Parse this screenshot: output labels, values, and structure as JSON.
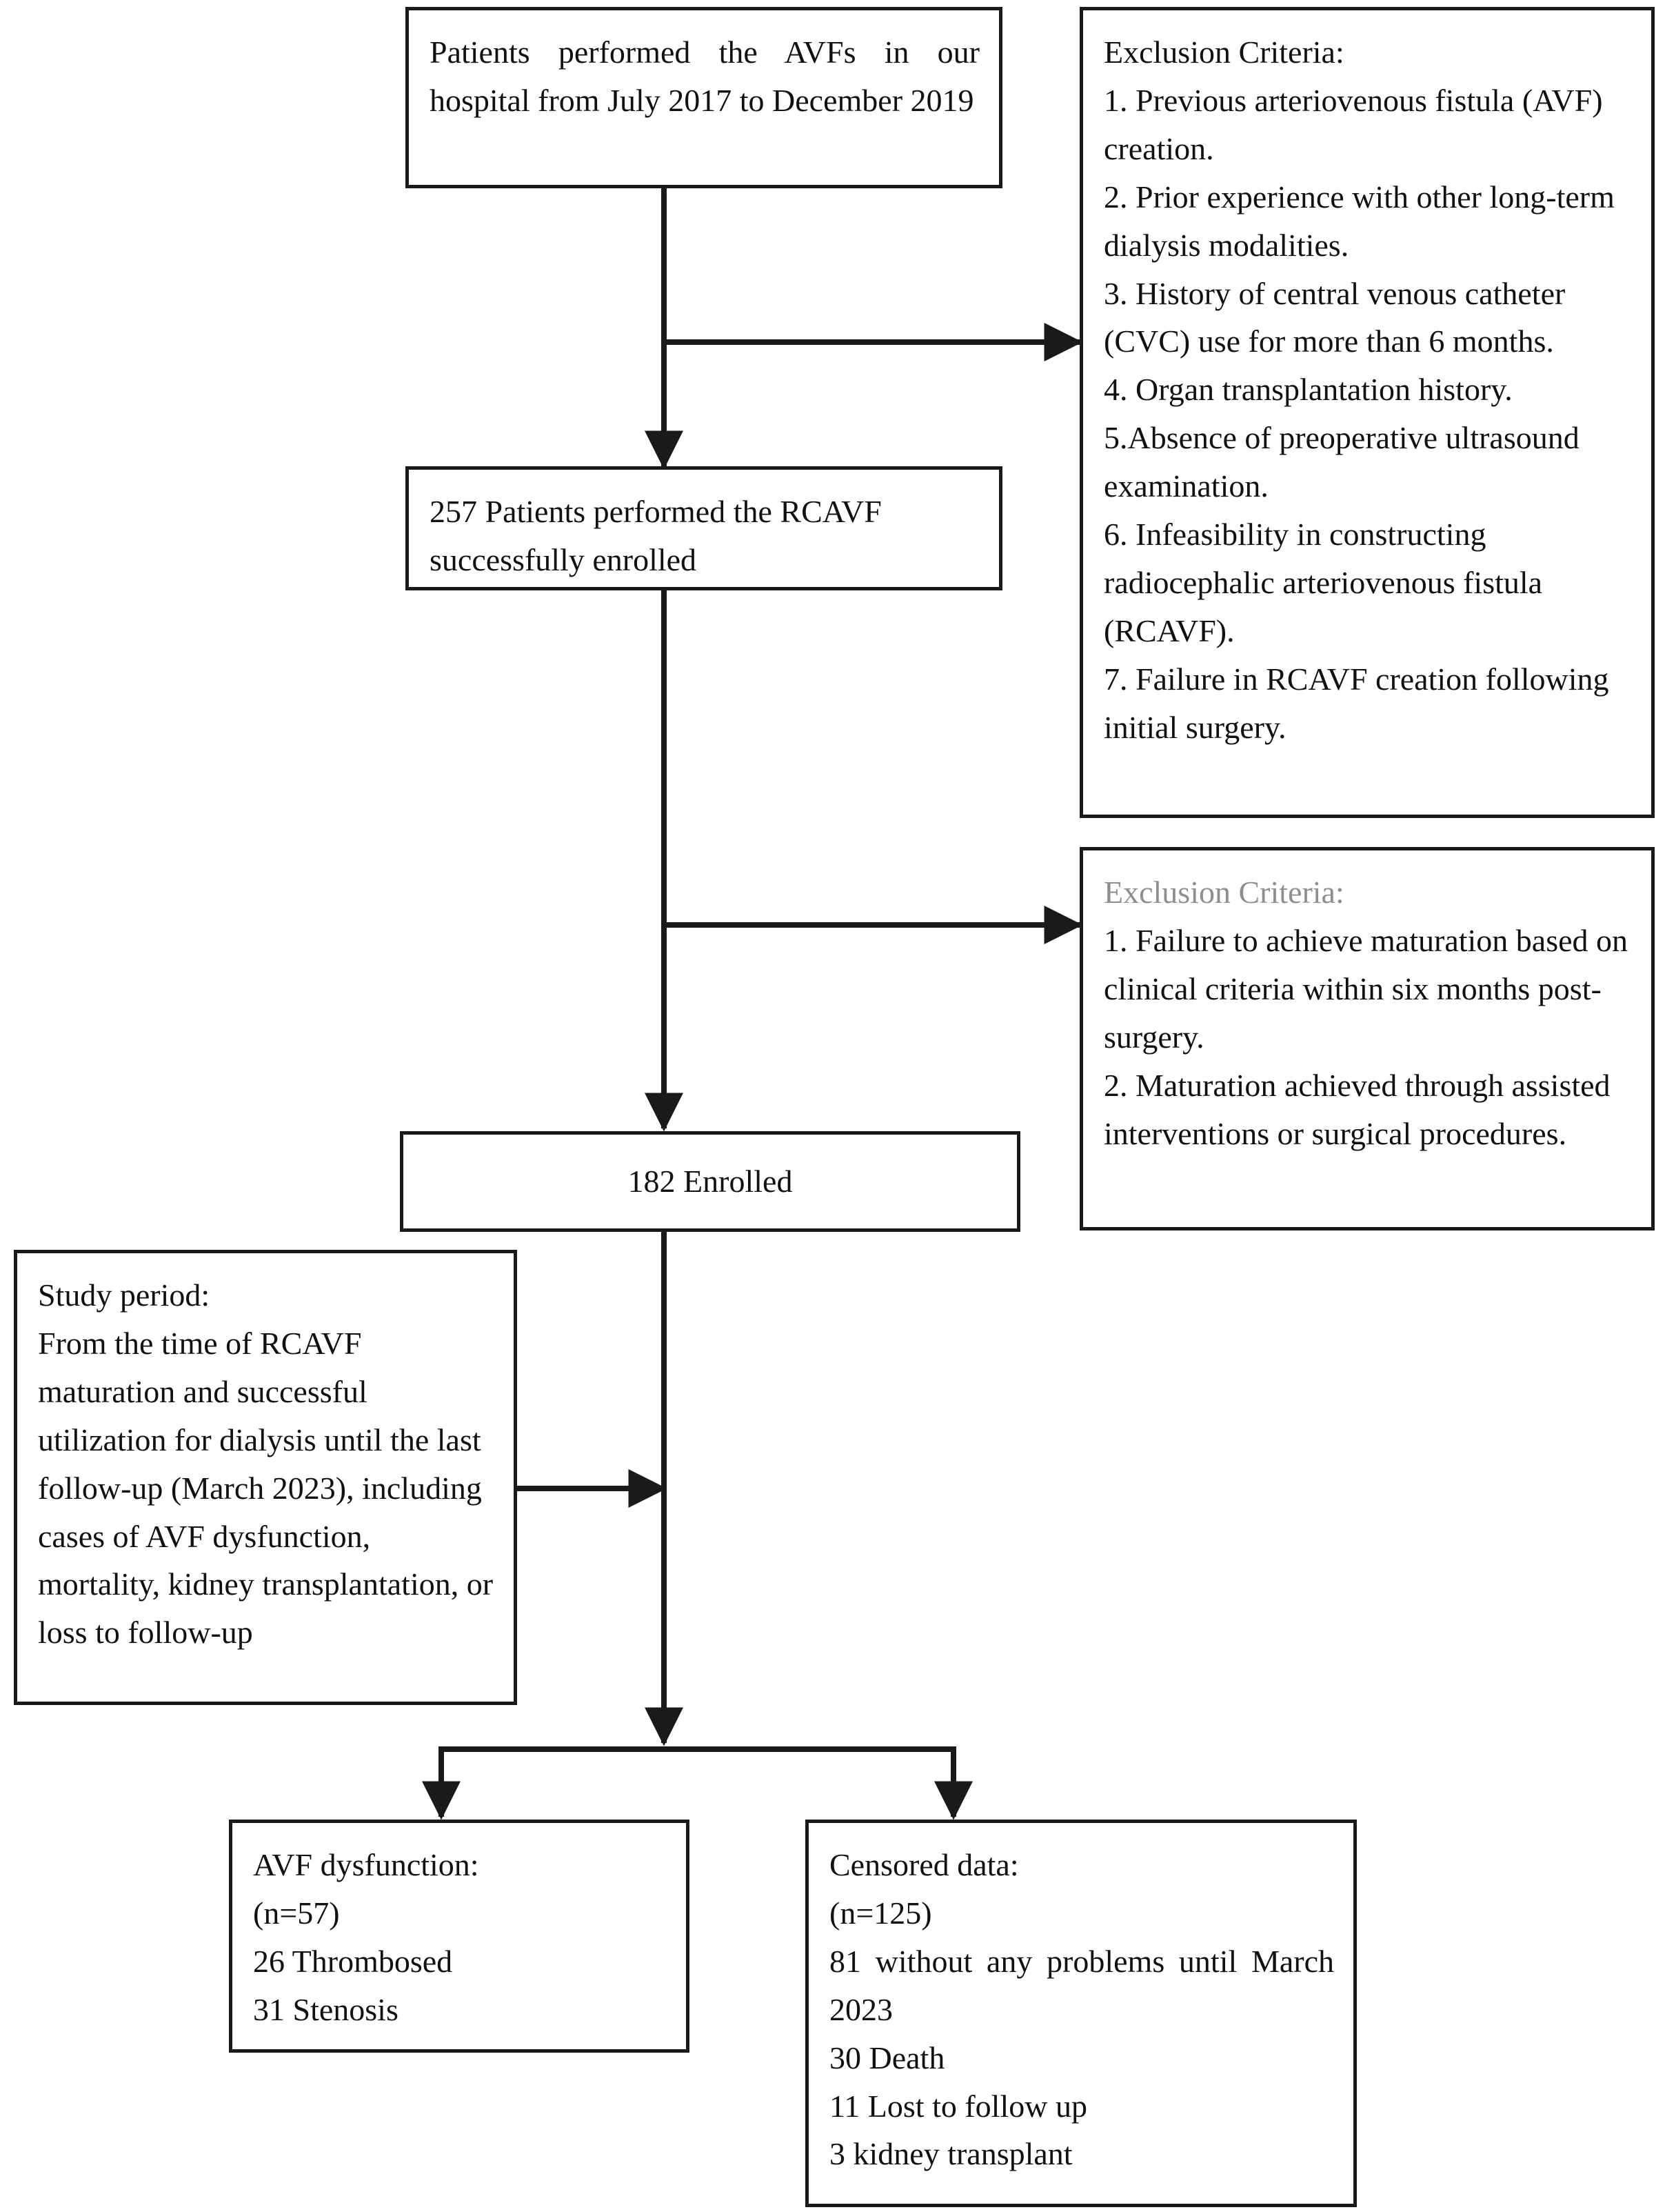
{
  "diagram": {
    "title": "Study flow diagram of RCAVF patient enrollment and follow-up",
    "type": "flowchart",
    "line_color": "#1a1a1a",
    "text_color": "#111111",
    "muted_text_color": "#8e8e8e",
    "background": "#ffffff"
  },
  "nodes": {
    "source_population": {
      "label": "Patients performed the AVFs in our hospital from July 2017 to December 2019"
    },
    "enrolled_257": {
      "label": "257 Patients performed the RCAVF successfully enrolled"
    },
    "enrolled_182": {
      "label": "182 Enrolled"
    },
    "exclusion_1": {
      "heading": "Exclusion Criteria:",
      "items": [
        "1. Previous arteriovenous fistula (AVF) creation.",
        "2. Prior experience with other long-term dialysis modalities.",
        "3. History of central venous catheter (CVC) use for more than 6 months.",
        "4. Organ transplantation history.",
        "5.Absence of preoperative ultrasound examination.",
        "6. Infeasibility in constructing radiocephalic arteriovenous fistula (RCAVF).",
        "7. Failure in RCAVF creation following initial surgery."
      ]
    },
    "exclusion_2": {
      "heading": "Exclusion Criteria:",
      "items": [
        "1.  Failure to achieve maturation based on clinical criteria within six months post-surgery.",
        "2.  Maturation achieved through assisted interventions or surgical procedures."
      ]
    },
    "study_period": {
      "heading": "Study period:",
      "body": "From the time of RCAVF maturation and successful utilization for dialysis until the last follow-up (March 2023), including cases of AVF dysfunction, mortality, kidney transplantation, or loss to follow-up"
    },
    "avf_dysfunction": {
      "heading": "AVF dysfunction:",
      "count": "(n=57)",
      "items": [
        "26 Thrombosed",
        "31 Stenosis"
      ]
    },
    "censored_data": {
      "heading": "Censored data:",
      "count": "(n=125)",
      "items": [
        "81 without any problems until March 2023",
        "30 Death",
        "11 Lost to follow up",
        "3 kidney transplant"
      ]
    }
  },
  "chart_data": {
    "type": "flowchart",
    "title": "Patient enrollment and outcome flow",
    "stages": [
      {
        "name": "Patients performed the AVFs in our hospital from July 2017 to December 2019",
        "n": null
      },
      {
        "name": "257 Patients performed the RCAVF successfully enrolled",
        "n": 257
      },
      {
        "name": "182 Enrolled",
        "n": 182
      }
    ],
    "outcomes": [
      {
        "name": "AVF dysfunction",
        "n": 57,
        "breakdown": [
          {
            "label": "Thrombosed",
            "n": 26
          },
          {
            "label": "Stenosis",
            "n": 31
          }
        ]
      },
      {
        "name": "Censored data",
        "n": 125,
        "breakdown": [
          {
            "label": "without any problems until March 2023",
            "n": 81
          },
          {
            "label": "Death",
            "n": 30
          },
          {
            "label": "Lost to follow up",
            "n": 11
          },
          {
            "label": "kidney transplant",
            "n": 3
          }
        ]
      }
    ]
  }
}
